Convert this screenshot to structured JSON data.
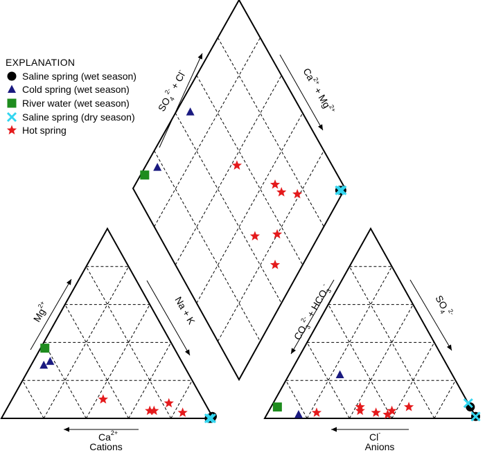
{
  "legend": {
    "title": "EXPLANATION",
    "items": [
      {
        "key": "saline_wet",
        "label": "Saline spring (wet season)"
      },
      {
        "key": "cold_wet",
        "label": "Cold spring (wet season)"
      },
      {
        "key": "river_wet",
        "label": "River water (wet season)"
      },
      {
        "key": "saline_dry",
        "label": "Saline spring (dry season)"
      },
      {
        "key": "hot",
        "label": "Hot spring"
      }
    ]
  },
  "labels": {
    "cations": "Cations",
    "anions": "Anions",
    "ca": "Ca",
    "ca_charge": "2+",
    "mg": "Mg",
    "mg_charge": "2+",
    "na_k": "Na + K",
    "na_charge": "+",
    "k_charge": "+",
    "cl": "Cl",
    "cl_charge": "-",
    "so4": "SO",
    "so4_sub": "4",
    "so4_charge": "2-",
    "co3_hco3": "CO",
    "co3_sub": "3",
    "co3_charge": "2-",
    "hco3": "+ HCO",
    "hco3_sub": "3",
    "hco3_charge": "-",
    "so4_cl": "SO",
    "so4_cl_sub": "4",
    "so4_cl_charge": "2-",
    "so4_cl_plus": "+ Cl",
    "so4_cl_cl_charge": "-",
    "ca_mg": "Ca",
    "ca_mg_charge": "2+",
    "ca_mg_plus": "+ Mg",
    "ca_mg_mg_charge": "2+"
  },
  "styles": {
    "saline_wet": {
      "shape": "circle",
      "color": "#000000"
    },
    "cold_wet": {
      "shape": "triangle",
      "color": "#1a1a80"
    },
    "river_wet": {
      "shape": "square",
      "color": "#1e8c1e"
    },
    "saline_dry": {
      "shape": "x",
      "color": "#33d6f0"
    },
    "hot": {
      "shape": "star",
      "color": "#e41a1c"
    }
  },
  "chart_data": {
    "type": "scatter",
    "subtype": "piper",
    "units": "percent of total meq/L",
    "grid_interval": 20,
    "cations": {
      "axes": [
        "Ca2+",
        "Mg2+",
        "Na+ + K+"
      ],
      "series": [
        {
          "name": "Saline spring (wet season)",
          "points": [
            [
              1,
              0,
              99
            ],
            [
              2,
              0,
              98
            ],
            [
              0,
              1,
              99
            ]
          ]
        },
        {
          "name": "Cold spring (wet season)",
          "points": [
            [
              66,
              28,
              6
            ],
            [
              62,
              30,
              8
            ]
          ]
        },
        {
          "name": "River water (wet season)",
          "points": [
            [
              61,
              37,
              2
            ]
          ]
        },
        {
          "name": "Saline spring (dry season)",
          "points": [
            [
              1,
              0,
              99
            ],
            [
              2,
              0,
              98
            ]
          ]
        },
        {
          "name": "Hot spring",
          "points": [
            [
              47,
              10,
              43
            ],
            [
              28,
              4,
              68
            ],
            [
              26,
              4,
              70
            ],
            [
              17,
              8,
              75
            ],
            [
              13,
              3,
              84
            ]
          ]
        }
      ]
    },
    "anions": {
      "axes": [
        "CO32- + HCO3-",
        "SO42-",
        "Cl-"
      ],
      "series": [
        {
          "name": "Saline spring (wet season)",
          "points": [
            [
              0,
              6,
              94
            ],
            [
              0,
              1,
              99
            ]
          ]
        },
        {
          "name": "Cold spring (wet season)",
          "points": [
            [
              83,
              2,
              15
            ],
            [
              53,
              23,
              24
            ]
          ]
        },
        {
          "name": "River water (wet season)",
          "points": [
            [
              91,
              6,
              3
            ]
          ]
        },
        {
          "name": "Saline spring (dry season)",
          "points": [
            [
              0,
              8,
              92
            ],
            [
              0,
              1,
              99
            ]
          ]
        },
        {
          "name": "Hot spring",
          "points": [
            [
              74,
              3,
              23
            ],
            [
              53,
              4,
              43
            ],
            [
              52,
              6,
              42
            ],
            [
              46,
              3,
              51
            ],
            [
              41,
              2,
              57
            ],
            [
              38,
              4,
              58
            ],
            [
              29,
              6,
              65
            ]
          ]
        }
      ]
    },
    "diamond": {
      "axes": [
        "SO42- + Cl-",
        "Ca2+ + Mg2+"
      ],
      "series": [
        {
          "name": "Saline spring (wet season)",
          "points": [
            [
              98,
              1
            ],
            [
              97,
              2
            ]
          ]
        },
        {
          "name": "Cold spring (wet season)",
          "points": [
            [
              47,
              93
            ],
            [
              17,
              94
            ]
          ]
        },
        {
          "name": "River water (wet season)",
          "points": [
            [
              9,
              98
            ]
          ]
        },
        {
          "name": "Saline spring (dry season)",
          "points": [
            [
              98,
              1
            ],
            [
              97,
              2
            ]
          ]
        },
        {
          "name": "Hot spring",
          "points": [
            [
              55,
              57
            ],
            [
              68,
              34
            ],
            [
              69,
              29
            ],
            [
              76,
              21
            ],
            [
              45,
              30
            ],
            [
              56,
              20
            ],
            [
              47,
              13
            ]
          ]
        }
      ]
    }
  }
}
